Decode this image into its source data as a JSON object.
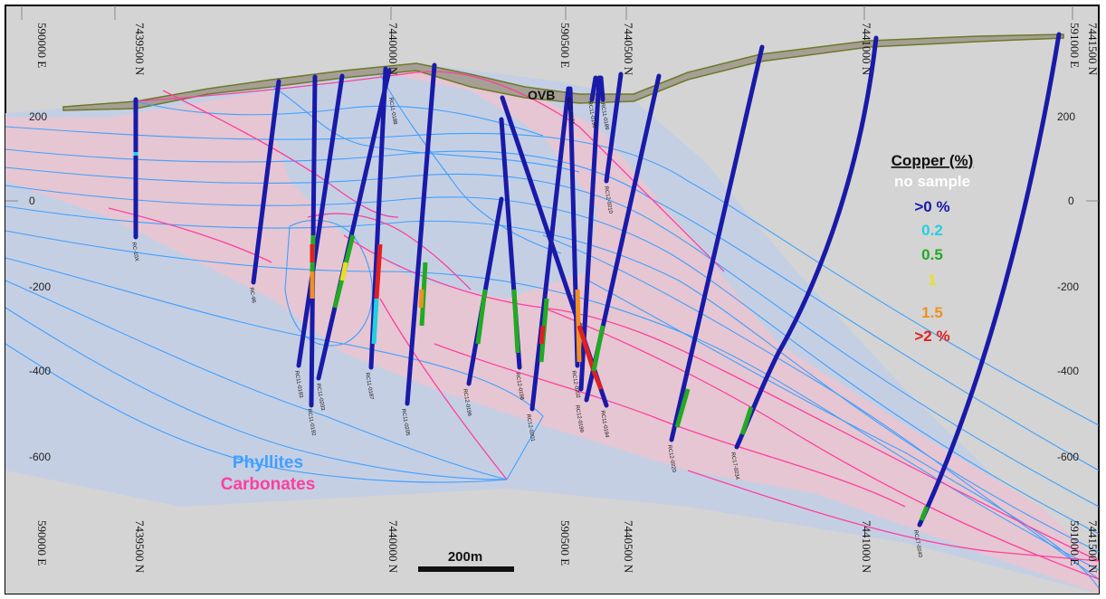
{
  "coordinate_labels": {
    "top": [
      "590000 E",
      "7439500 N",
      "7440000 N",
      "590500 E",
      "7440500 N",
      "7441000 N",
      "591000 E",
      "7441500 N"
    ],
    "bottom": [
      "590000 E",
      "7439500 N",
      "7440000 N",
      "590500 E",
      "7440500 N",
      "7441000 N",
      "591000 E",
      "7441500 N"
    ]
  },
  "elevation_labels": {
    "left": [
      "200",
      "0",
      "-200",
      "-400",
      "-600"
    ],
    "right": [
      "200",
      "0",
      "-200",
      "-400",
      "-600"
    ]
  },
  "ovb_label": "OVB",
  "legend": {
    "title": "Copper (%)",
    "items": [
      {
        "label": "no sample",
        "color": "#ffffff"
      },
      {
        "label": ">0 %",
        "color": "#1a1aa8"
      },
      {
        "label": "0.2",
        "color": "#20d0e0"
      },
      {
        "label": "0.5",
        "color": "#22aa22"
      },
      {
        "label": "1",
        "color": "#e8e020"
      },
      {
        "label": "1.5",
        "color": "#f09020"
      },
      {
        "label": ">2 %",
        "color": "#e02020"
      }
    ]
  },
  "lithology": {
    "phyllites_label": "Phyllites",
    "carbonates_label": "Carbonates",
    "phyllites_color": "#3ea0ff",
    "carbonates_color": "#ff3fa0"
  },
  "scale_bar": {
    "label": "200m"
  },
  "drill_holes": [
    {
      "id": "RC-10X"
    },
    {
      "id": "RC-96"
    },
    {
      "id": "RC11-0193"
    },
    {
      "id": "RC11-0192"
    },
    {
      "id": "RC11-0203"
    },
    {
      "id": "RC11-0187"
    },
    {
      "id": "RC11-0188"
    },
    {
      "id": "RC11-0205"
    },
    {
      "id": "RC12-0196"
    },
    {
      "id": "RC12-0198"
    },
    {
      "id": "RC12-0201"
    },
    {
      "id": "RC11-0191"
    },
    {
      "id": "RC11-0190"
    },
    {
      "id": "RC12-0202"
    },
    {
      "id": "RC12-0199"
    },
    {
      "id": "RC11-0194"
    },
    {
      "id": "RC11-0189"
    },
    {
      "id": "RC12-0210"
    },
    {
      "id": "RC12-0220"
    },
    {
      "id": "RC17-0234"
    },
    {
      "id": "RC17-0240"
    }
  ]
}
